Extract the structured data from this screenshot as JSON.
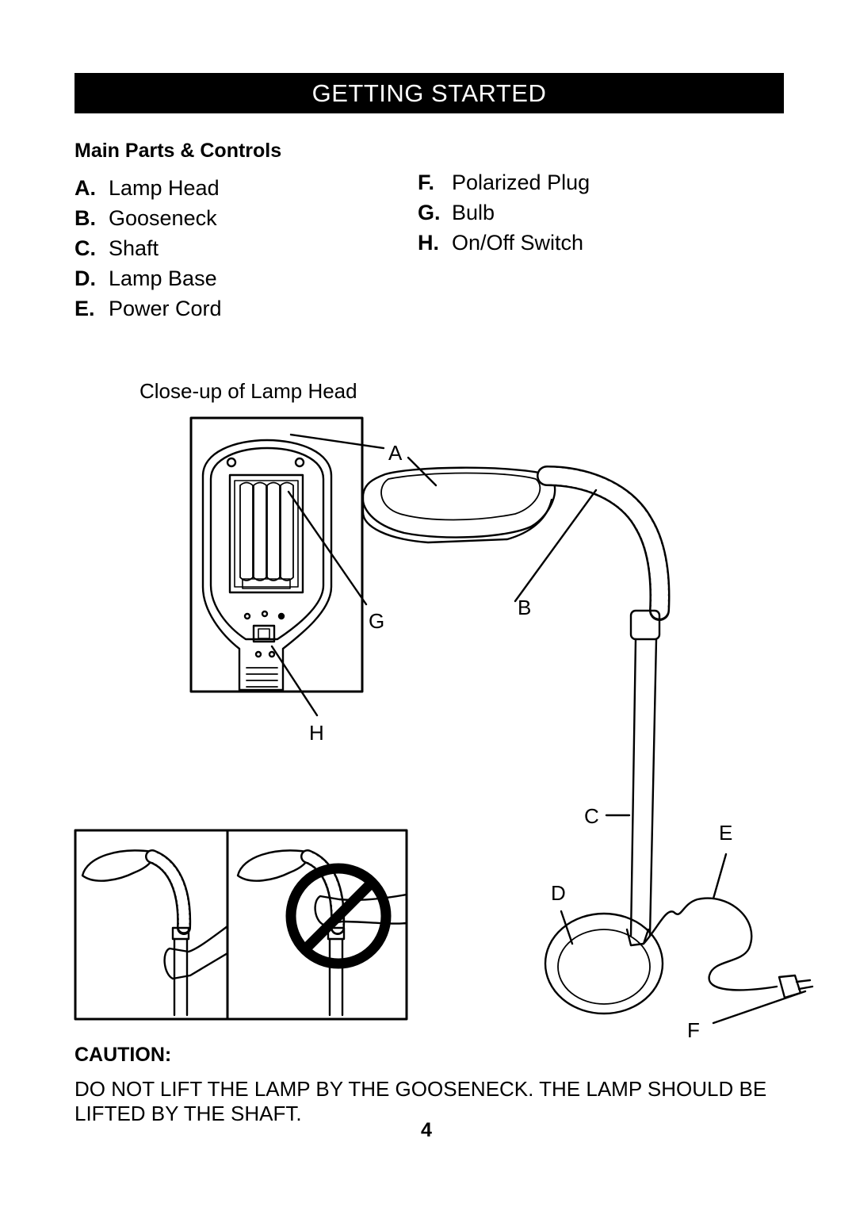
{
  "header": {
    "title": "GETTING STARTED"
  },
  "main_parts": {
    "heading": "Main Parts & Controls",
    "left": [
      {
        "key": "A.",
        "label": "Lamp Head"
      },
      {
        "key": "B.",
        "label": "Gooseneck"
      },
      {
        "key": "C.",
        "label": "Shaft"
      },
      {
        "key": "D.",
        "label": "Lamp Base"
      },
      {
        "key": "E.",
        "label": "Power Cord"
      }
    ],
    "right": [
      {
        "key": "F.",
        "label": "Polarized Plug"
      },
      {
        "key": "G.",
        "label": "Bulb"
      },
      {
        "key": "H.",
        "label": "On/Off Switch"
      }
    ]
  },
  "figure": {
    "closeup_caption": "Close-up of Lamp Head",
    "callouts": {
      "a": "A",
      "b": "B",
      "c": "C",
      "d": "D",
      "e": "E",
      "f": "F",
      "g": "G",
      "h": "H"
    }
  },
  "caution": {
    "heading": "CAUTION:",
    "text": "DO NOT LIFT THE LAMP BY THE GOOSENECK. THE LAMP SHOULD BE LIFTED BY THE SHAFT."
  },
  "page_number": "4"
}
